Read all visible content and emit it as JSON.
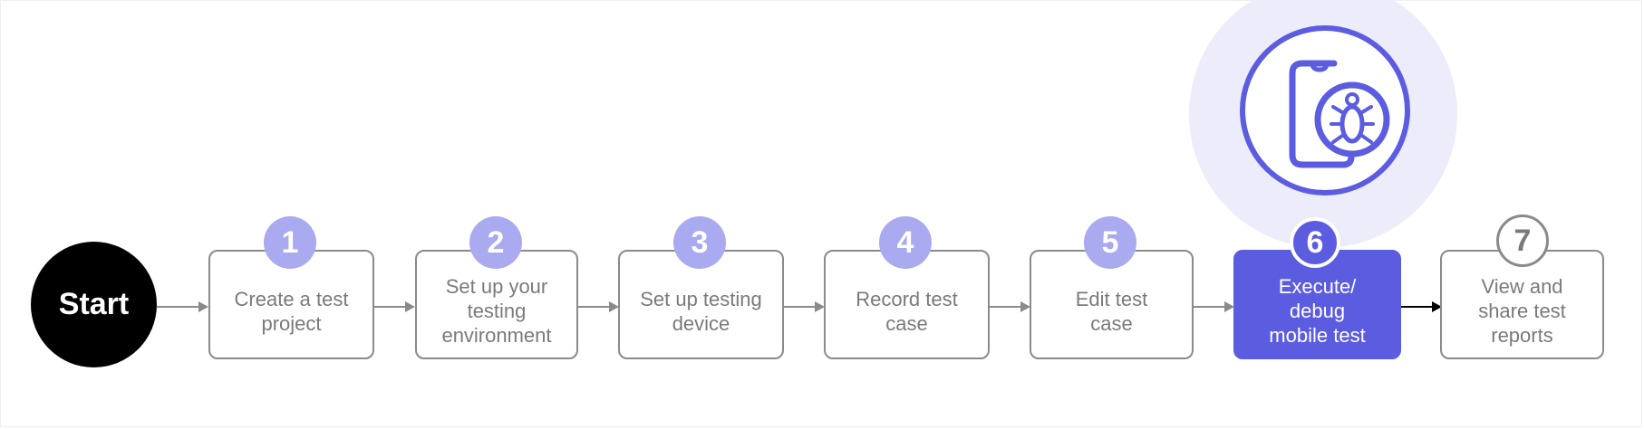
{
  "start": {
    "label": "Start"
  },
  "steps": [
    {
      "number": "1",
      "label": "Create a test\nproject",
      "state": "default"
    },
    {
      "number": "2",
      "label": "Set up your\ntesting\nenvironment",
      "state": "default"
    },
    {
      "number": "3",
      "label": "Set up testing\ndevice",
      "state": "default"
    },
    {
      "number": "4",
      "label": "Record test\ncase",
      "state": "default"
    },
    {
      "number": "5",
      "label": "Edit test\ncase",
      "state": "default"
    },
    {
      "number": "6",
      "label": "Execute/\ndebug\nmobile test",
      "state": "active"
    },
    {
      "number": "7",
      "label": "View and\nshare test\nreports",
      "state": "upcoming"
    }
  ],
  "highlight_icon": {
    "icon": "mobile-debug-bug-icon"
  },
  "colors": {
    "accent": "#5b5ce0",
    "badge_default": "#aaaaf0",
    "halo": "#ececfb",
    "border_gray": "#8a8a8a",
    "start_bg": "#000000"
  }
}
